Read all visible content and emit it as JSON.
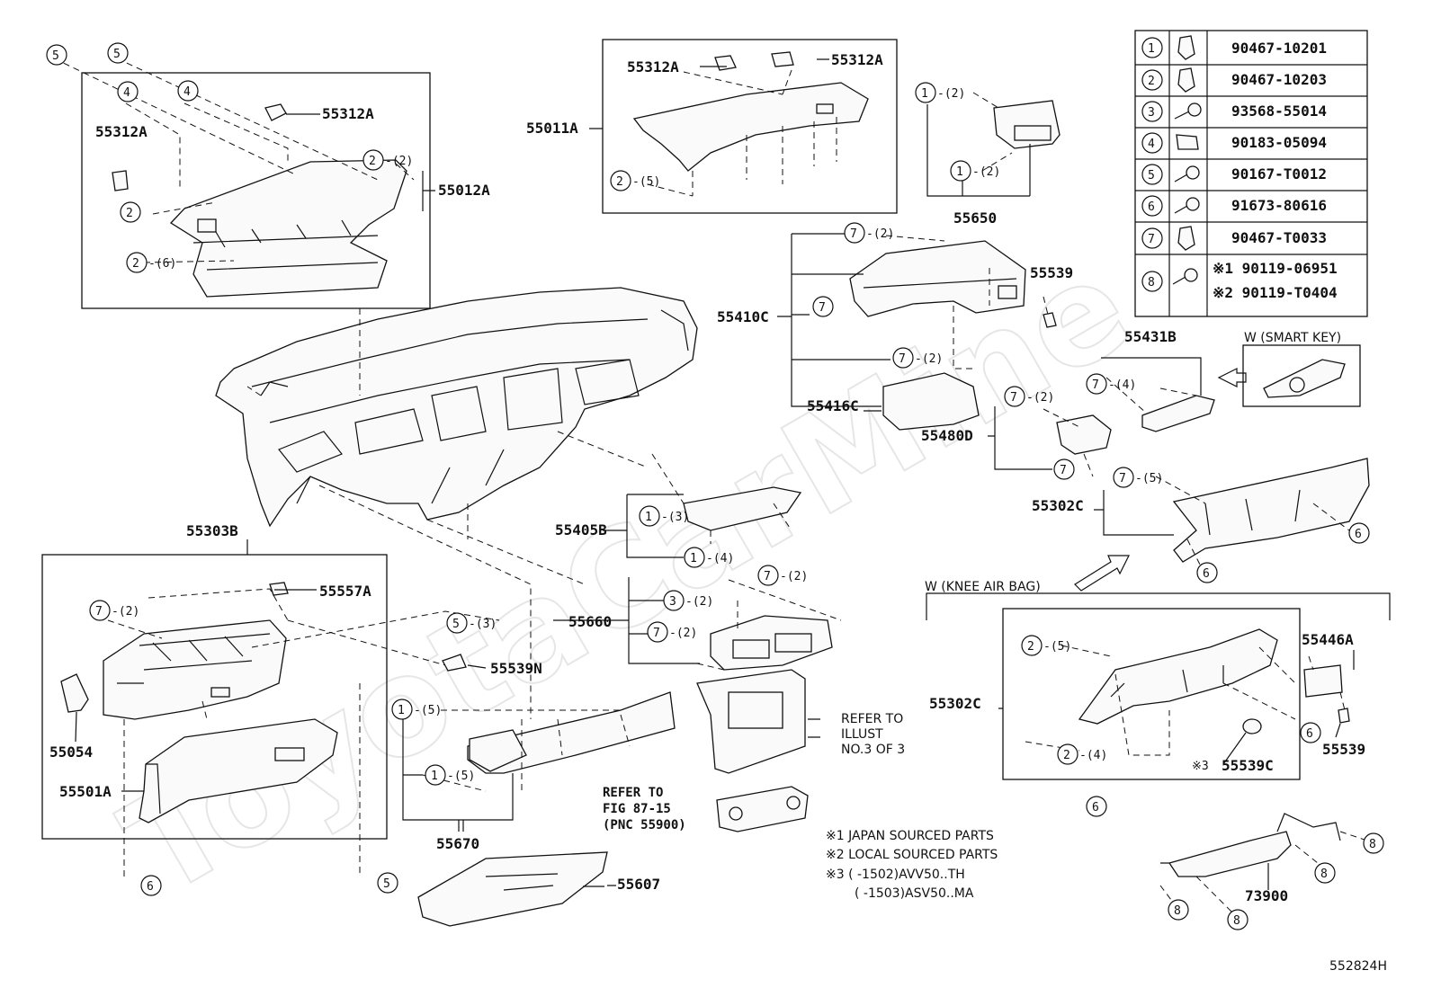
{
  "watermark": "ToyotaCarMine",
  "diagram_id": "552824H",
  "fastener_table": [
    {
      "num": "1",
      "part": "90467-10201"
    },
    {
      "num": "2",
      "part": "90467-10203"
    },
    {
      "num": "3",
      "part": "93568-55014"
    },
    {
      "num": "4",
      "part": "90183-05094"
    },
    {
      "num": "5",
      "part": "90167-T0012"
    },
    {
      "num": "6",
      "part": "91673-80616"
    },
    {
      "num": "7",
      "part": "90467-T0033"
    },
    {
      "num": "8",
      "part": "※1 90119-06951",
      "part2": "※2 90119-T0404"
    }
  ],
  "parts": {
    "p55012A": "55012A",
    "p55312A_a": "55312A",
    "p55312A_b": "55312A",
    "p55312A_c": "55312A",
    "p55312A_d": "55312A",
    "p55011A": "55011A",
    "p55650": "55650",
    "p55539_a": "55539",
    "p55410C": "55410C",
    "p55416C": "55416C",
    "p55431B": "55431B",
    "p55480D": "55480D",
    "p55302C_a": "55302C",
    "p55302C_b": "55302C",
    "p55405B": "55405B",
    "p55303B": "55303B",
    "p55557A": "55557A",
    "p55539N": "55539N",
    "p55054": "55054",
    "p55501A": "55501A",
    "p55660": "55660",
    "p55670": "55670",
    "p55607": "55607",
    "p55446A": "55446A",
    "p55539_b": "55539",
    "p55539C": "55539C",
    "p73900": "73900"
  },
  "callouts": {
    "c1": "5",
    "c2": "5",
    "c3": "4",
    "c4": "4",
    "c5": "2",
    "c5q": "-(2)",
    "c6": "2",
    "c7": "2",
    "c7q": "-(6)",
    "c8": "2",
    "c8q": "-(5)",
    "c9": "1",
    "c9q": "-(2)",
    "c10": "1",
    "c10q": "-(2)",
    "c11": "7",
    "c11q": "-(2)",
    "c12": "7",
    "c13": "7",
    "c13q": "-(2)",
    "c14": "7",
    "c14q": "-(4)",
    "c15": "7",
    "c15q": "-(2)",
    "c16": "7",
    "c17": "7",
    "c17q": "-(5)",
    "c18": "6",
    "c19": "6",
    "c20": "1",
    "c20q": "-(3)",
    "c21": "1",
    "c21q": "-(4)",
    "c22": "7",
    "c22q": "-(2)",
    "c23": "5",
    "c23q": "-(3)",
    "c24": "6",
    "c25": "5",
    "c26": "7",
    "c26q": "-(2)",
    "c27": "3",
    "c27q": "-(2)",
    "c28": "7",
    "c28q": "-(2)",
    "c29": "1",
    "c29q": "-(5)",
    "c30": "1",
    "c30q": "-(5)",
    "c31": "2",
    "c31q": "-(5)",
    "c32": "2",
    "c32q": "-(4)",
    "c33": "6",
    "c34": "6",
    "c35": "8",
    "c36": "8",
    "c37": "8",
    "c38": "8"
  },
  "labels": {
    "smart_key": "W (SMART  KEY)",
    "knee_airbag": "W (KNEE AIR BAG)",
    "refer_illust_1": "REFER TO",
    "refer_illust_2": "ILLUST",
    "refer_illust_3": "NO.3 OF 3",
    "refer_fig_1": "REFER TO",
    "refer_fig_2": "FIG 87-15",
    "refer_fig_3": "(PNC 55900)",
    "note1": "※1 JAPAN SOURCED PARTS",
    "note2": "※2 LOCAL SOURCED PARTS",
    "note3": "※3 (       -1502)AVV50..TH",
    "note4": "(       -1503)ASV50..MA",
    "mark3": "※3"
  },
  "icons": [
    "clip-icon",
    "screw-icon",
    "nut-icon",
    "bolt-icon"
  ]
}
